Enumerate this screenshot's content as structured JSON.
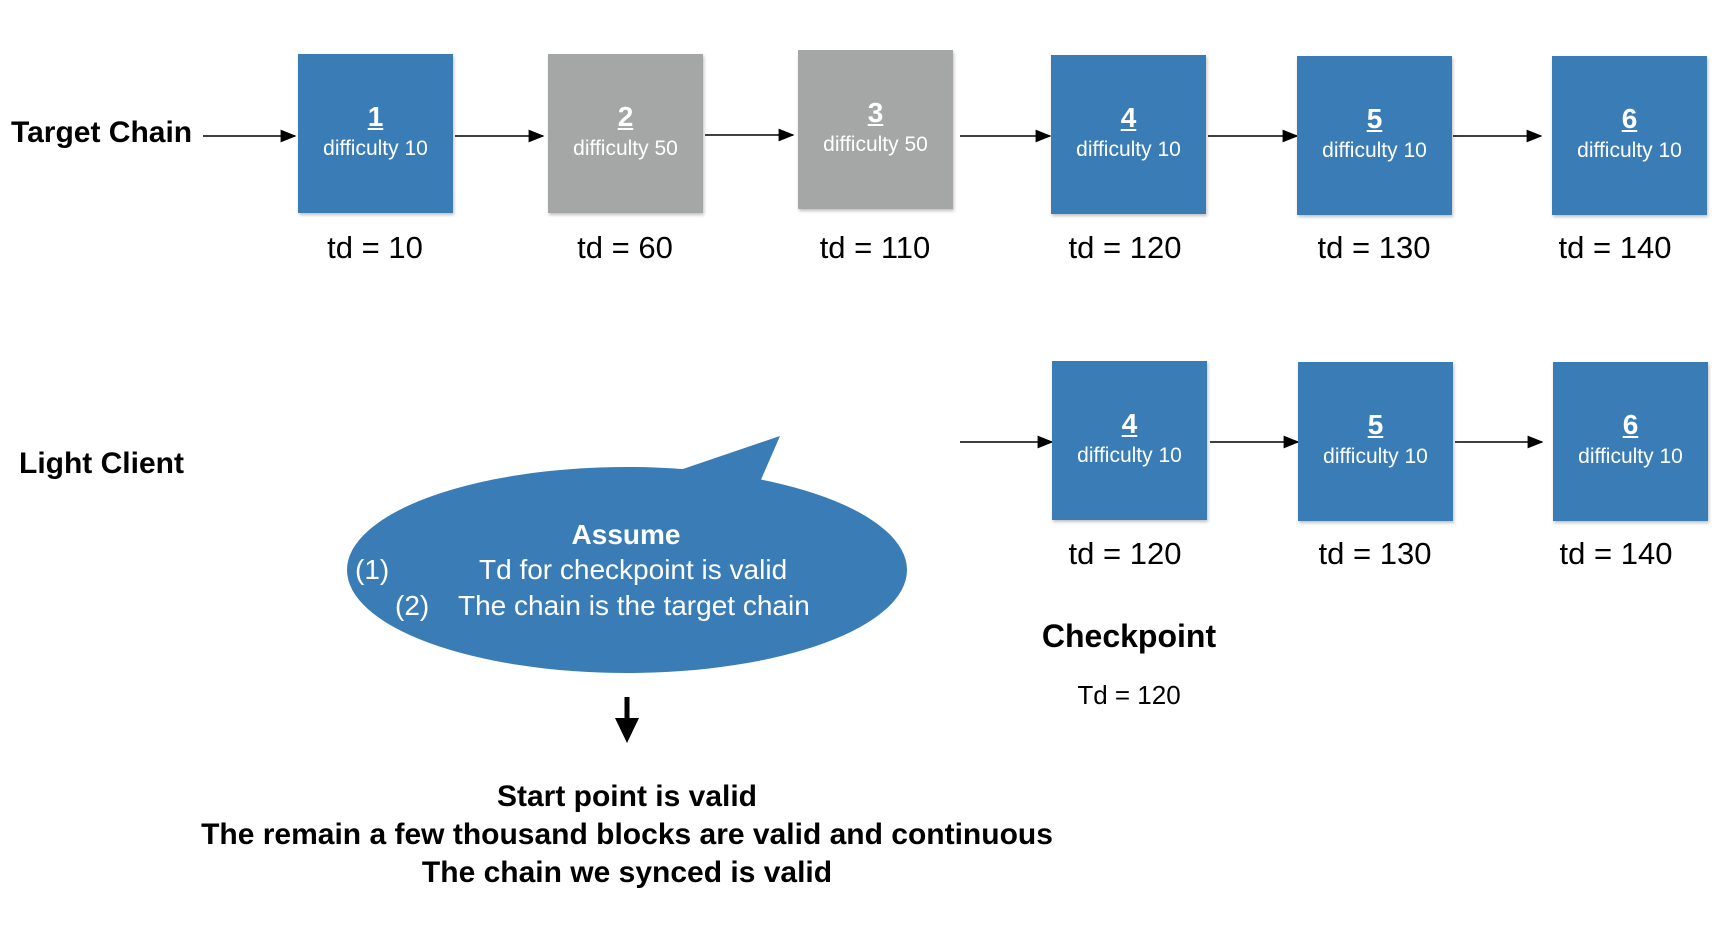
{
  "labels": {
    "target_chain": "Target Chain",
    "light_client": "Light Client"
  },
  "target_chain": [
    {
      "num": "1",
      "difficulty": "difficulty 10",
      "td": "td = 10",
      "color": "blue"
    },
    {
      "num": "2",
      "difficulty": "difficulty 50",
      "td": "td = 60",
      "color": "gray"
    },
    {
      "num": "3",
      "difficulty": "difficulty 50",
      "td": "td = 110",
      "color": "gray"
    },
    {
      "num": "4",
      "difficulty": "difficulty 10",
      "td": "td = 120",
      "color": "blue"
    },
    {
      "num": "5",
      "difficulty": "difficulty 10",
      "td": "td = 130",
      "color": "blue"
    },
    {
      "num": "6",
      "difficulty": "difficulty 10",
      "td": "td = 140",
      "color": "blue"
    }
  ],
  "light_client_chain": [
    {
      "num": "4",
      "difficulty": "difficulty 10",
      "td": "td = 120",
      "color": "blue"
    },
    {
      "num": "5",
      "difficulty": "difficulty 10",
      "td": "td = 130",
      "color": "blue"
    },
    {
      "num": "6",
      "difficulty": "difficulty 10",
      "td": "td = 140",
      "color": "blue"
    }
  ],
  "bubble": {
    "title": "Assume",
    "item1_marker": "(1)",
    "item1_text": "Td for checkpoint is valid",
    "item2_marker": "(2)",
    "item2_text": "The chain is the target chain"
  },
  "checkpoint": {
    "title": "Checkpoint",
    "td": "Td = 120"
  },
  "conclusion": {
    "line1": "Start point is valid",
    "line2": "The remain a few thousand blocks are valid and continuous",
    "line3": "The chain we synced is valid"
  },
  "colors": {
    "block_blue": "#3a7db6",
    "block_gray": "#a5a6a6",
    "bubble": "#3a7db6"
  }
}
